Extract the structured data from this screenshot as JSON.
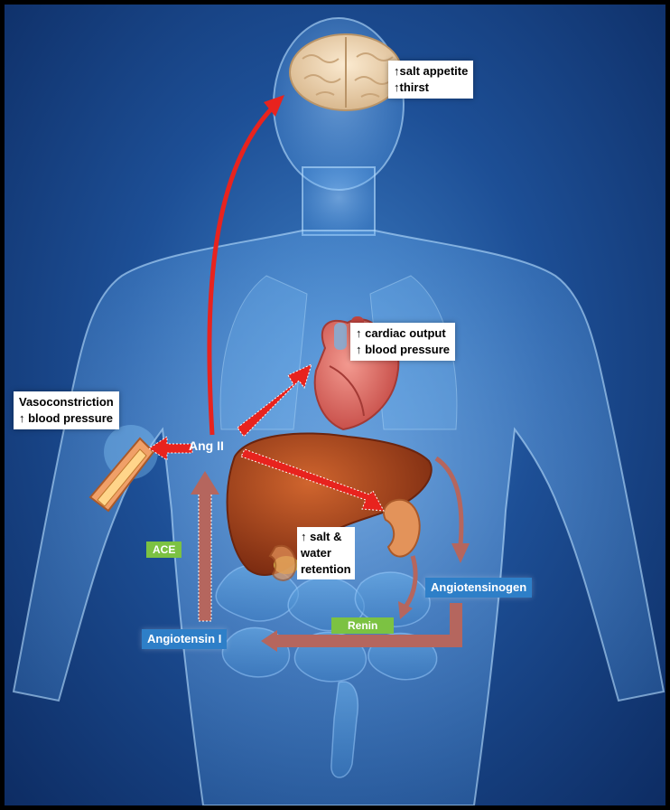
{
  "labels": {
    "brain": [
      "↑salt appetite",
      "↑thirst"
    ],
    "heart": [
      "↑ cardiac output",
      "↑ blood pressure"
    ],
    "vessel": [
      "Vasoconstriction",
      "↑ blood pressure"
    ],
    "kidney": [
      "↑ salt &",
      "water",
      "retention"
    ],
    "ang2": "Ang II",
    "angiotensin1": "Angiotensin I",
    "angiotensinogen": "Angiotensinogen",
    "ace": "ACE",
    "renin": "Renin"
  },
  "colors": {
    "background": "#1d4f96",
    "body": "#8ec6ff",
    "red_arrow": "#e8231e",
    "brown_arrow": "#b5665e",
    "blue_label": "#2e7fc8",
    "green_label": "#7cc242",
    "liver": "#a8431f",
    "heart": "#e9706a",
    "kidney": "#e3935a",
    "brain": "#f1d9b4"
  },
  "icons": [
    "brain-icon",
    "heart-icon",
    "liver-icon",
    "kidney-icon",
    "blood-vessel-icon",
    "human-body-silhouette"
  ]
}
